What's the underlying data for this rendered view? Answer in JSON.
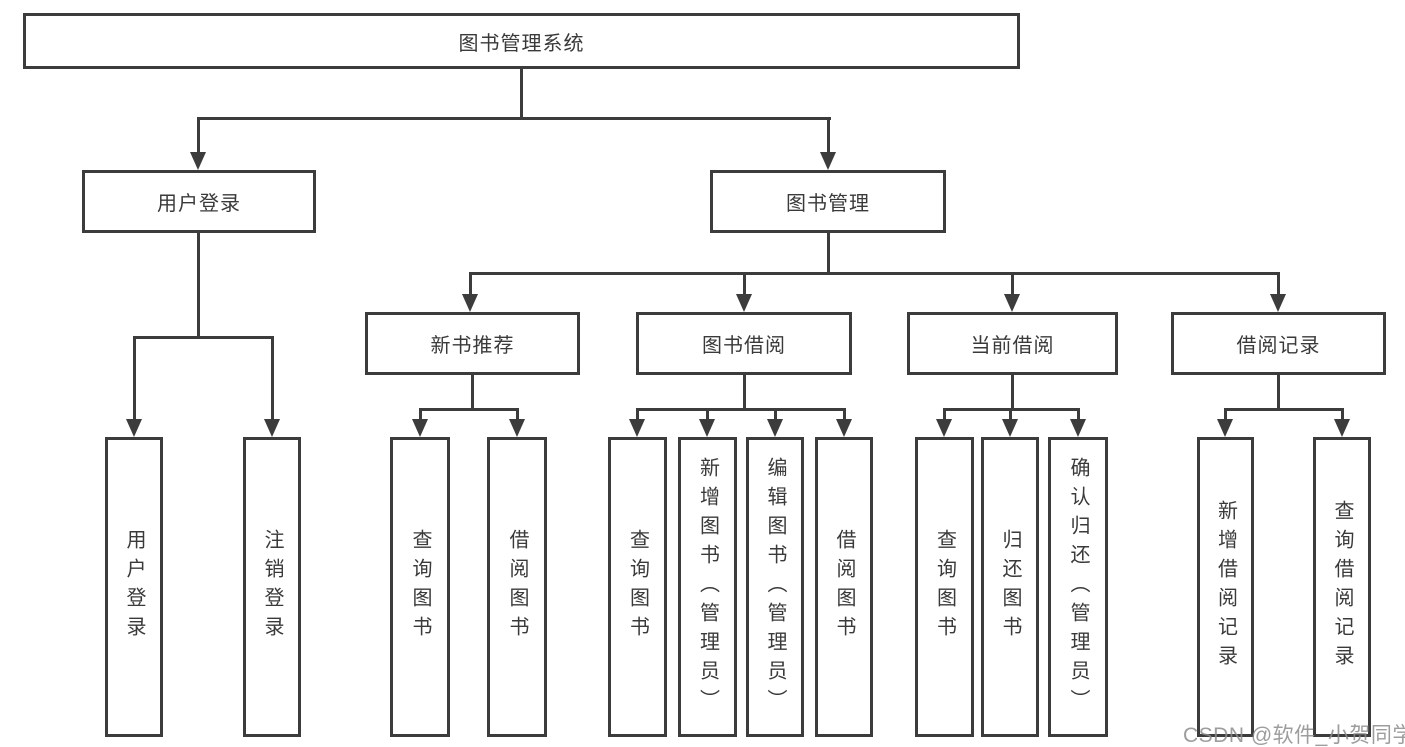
{
  "diagram_title": "图书管理系统",
  "tree": {
    "root": "图书管理系统",
    "user_login": {
      "label": "用户登录",
      "children": [
        "用户登录",
        "注销登录"
      ]
    },
    "book_management": {
      "label": "图书管理",
      "sections": [
        {
          "label": "新书推荐",
          "children": [
            "查询图书",
            "借阅图书"
          ]
        },
        {
          "label": "图书借阅",
          "children": [
            "查询图书",
            "新增图书（管理员）",
            "编辑图书（管理员）",
            "借阅图书"
          ]
        },
        {
          "label": "当前借阅",
          "children": [
            "查询图书",
            "归还图书",
            "确认归还（管理员）"
          ]
        },
        {
          "label": "借阅记录",
          "children": [
            "新增借阅记录",
            "查询借阅记录"
          ]
        }
      ]
    }
  },
  "watermark": "CSDN @软件_小贺同学",
  "colors": {
    "line": "#3c3c3c",
    "text": "#3a3a3a",
    "background": "#ffffff",
    "watermark": "#8c8c8c"
  }
}
